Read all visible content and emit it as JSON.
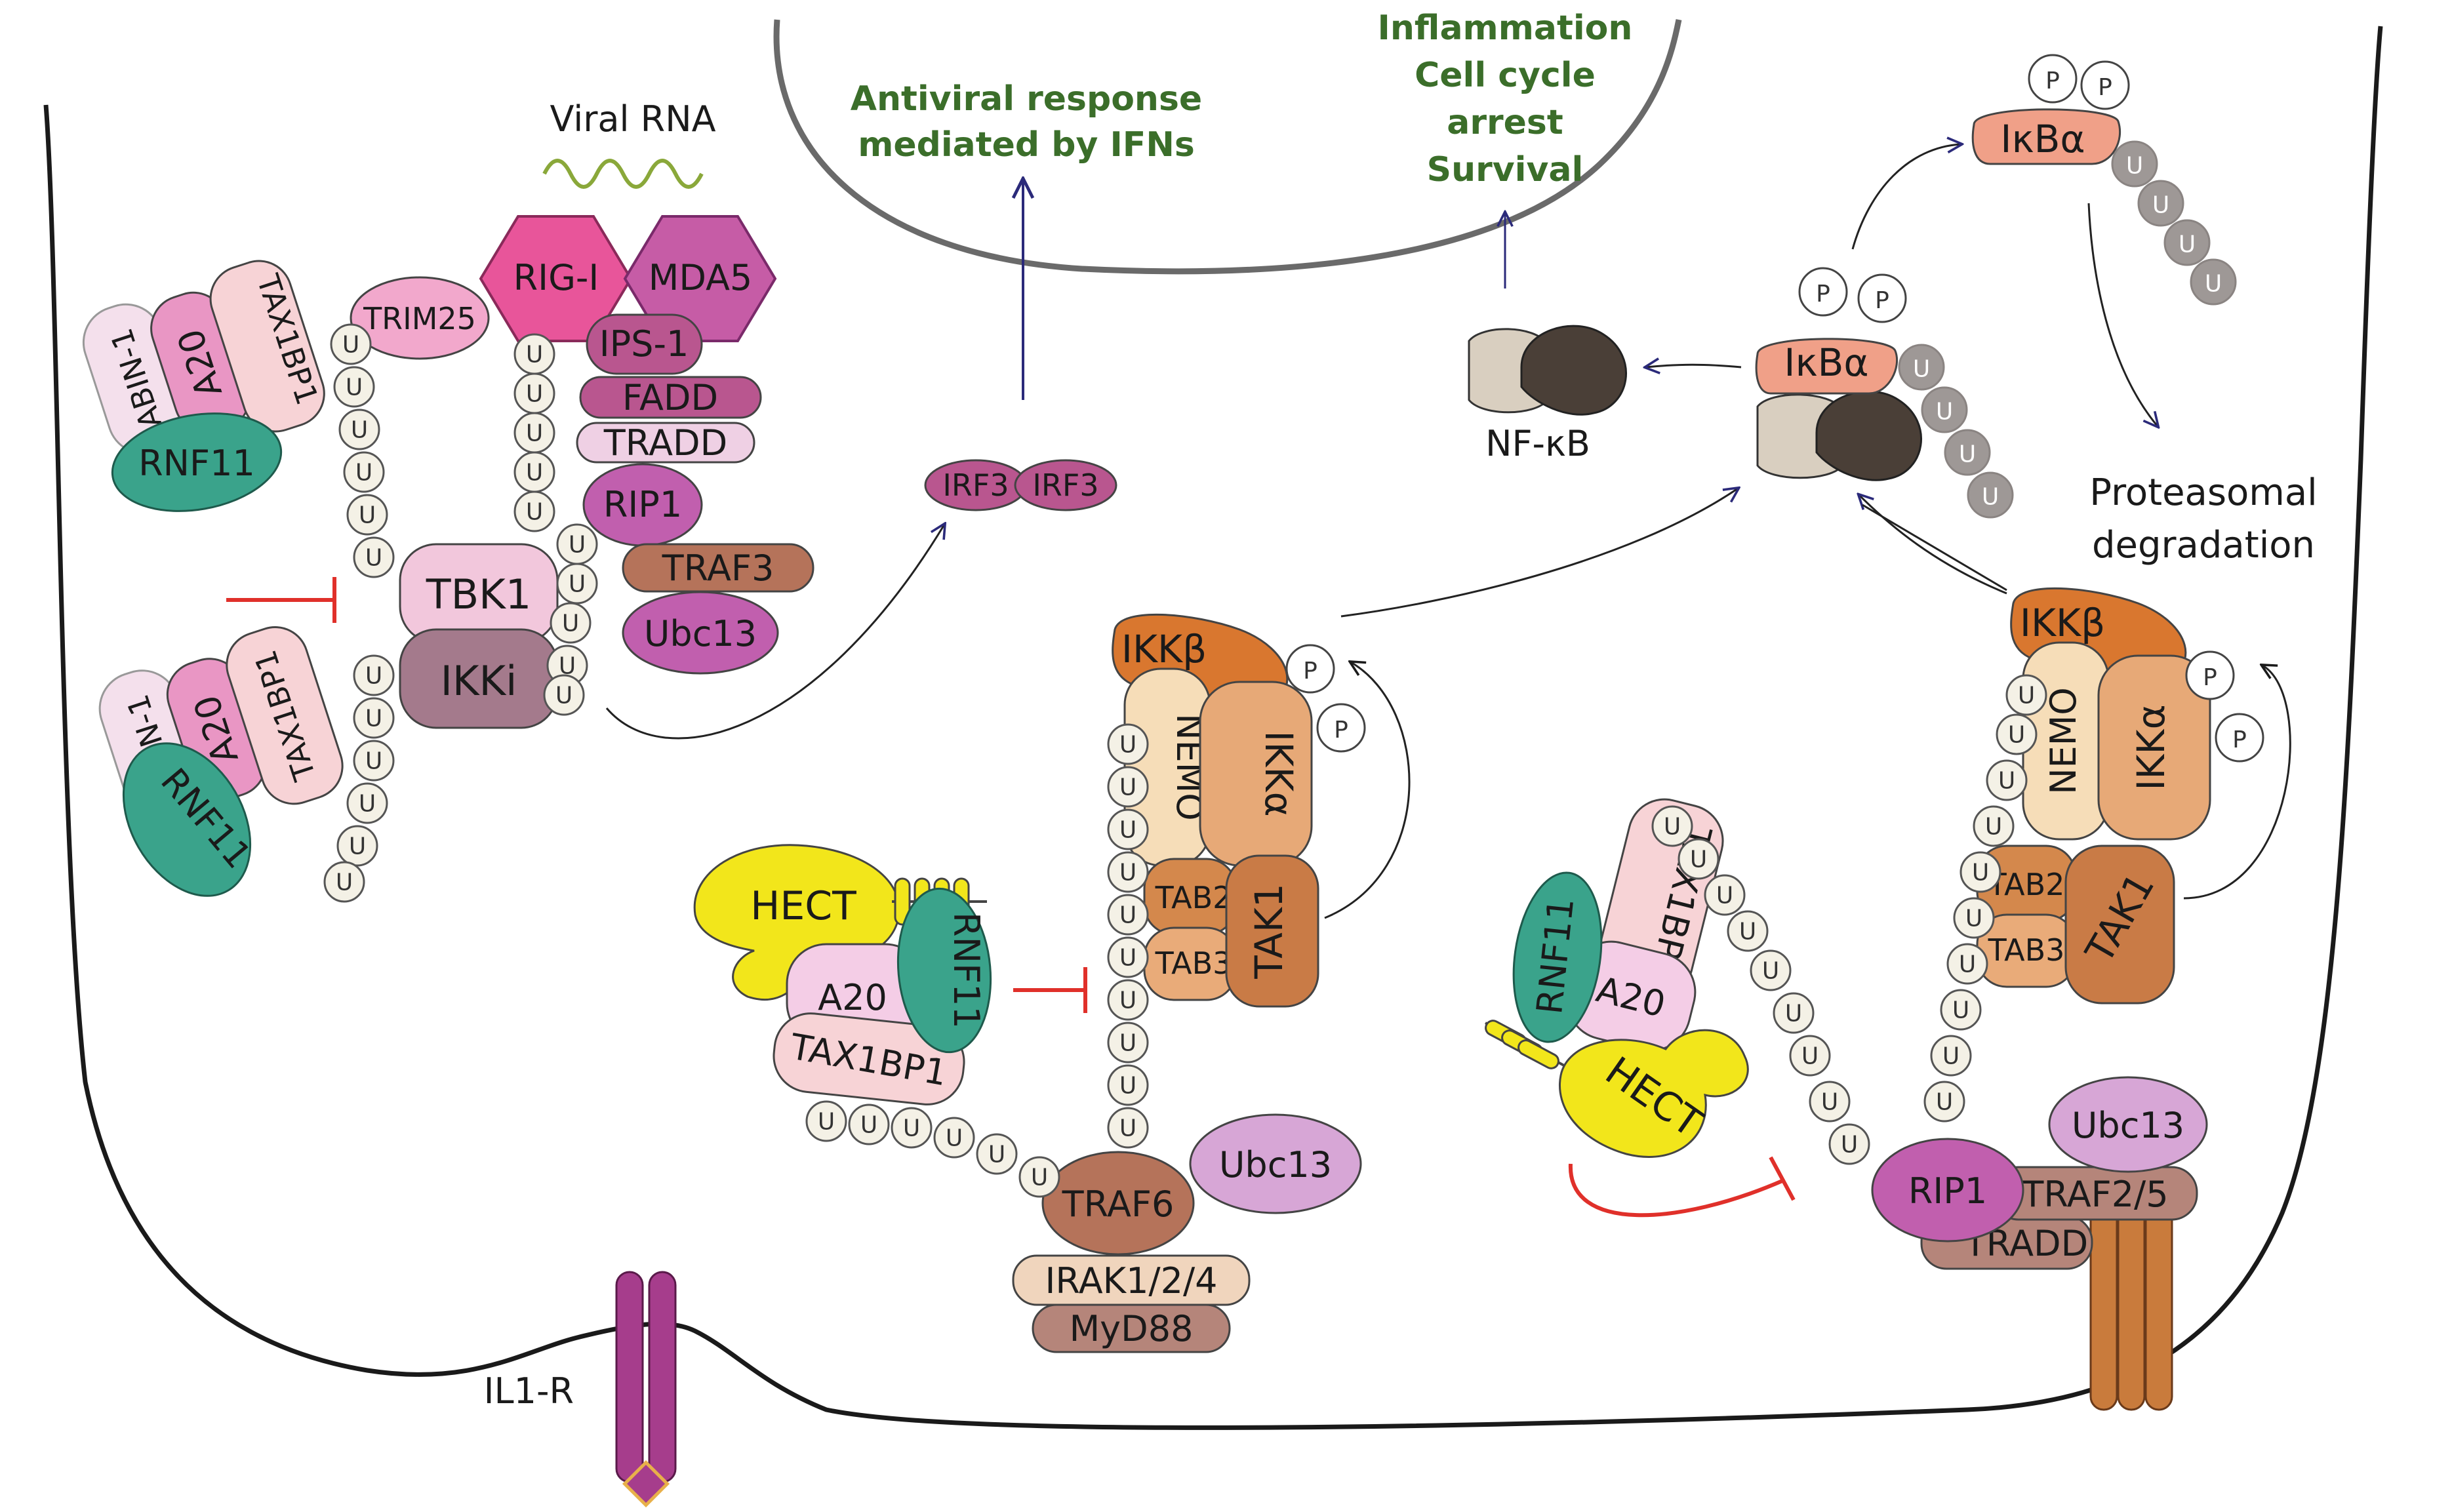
{
  "labels": {
    "viral_rna": "Viral RNA",
    "rig_i": "RIG-I",
    "mda5": "MDA5",
    "trim25": "TRIM25",
    "ips1": "IPS-1",
    "fadd": "FADD",
    "tradd": "TRADD",
    "rip1": "RIP1",
    "traf3": "TRAF3",
    "ubc13": "Ubc13",
    "tbk1": "TBK1",
    "ikki": "IKKi",
    "abin1": "ABIN-1",
    "a20": "A20",
    "tax1bp1": "TAX1BP1",
    "rnf11": "RNF11",
    "irf3": "IRF3",
    "hect": "HECT",
    "traf6": "TRAF6",
    "irak": "IRAK1/2/4",
    "myd88": "MyD88",
    "il1r": "IL1-R",
    "ikkb": "IKKβ",
    "nemo": "NEMO",
    "ikka": "IKKα",
    "tab2": "TAB2",
    "tab3": "TAB3",
    "tak1": "TAK1",
    "traf25": "TRAF2/5",
    "nfkb": "NF-κB",
    "ikba": "IκBα",
    "proteasomal_1": "Proteasomal",
    "proteasomal_2": "degradation",
    "antiviral_1": "Antiviral response",
    "antiviral_2": "mediated by IFNs",
    "inflam_1": "Inflammation",
    "inflam_2": "Cell cycle",
    "inflam_3": "arrest",
    "inflam_4": "Survival",
    "u": "U",
    "p": "P"
  },
  "colors": {
    "membrane": "#1a1a1a",
    "nucleus": "#666666",
    "activation_arrow": "#2b2a7a",
    "inhibition": "#e0302a",
    "outcome_text": "#3b6e2a",
    "rig_i": "#e8559a",
    "mda5": "#c65ca6",
    "ips1": "#b9568f",
    "tbk1": "#f2c7dc",
    "ikki": "#a47a8c",
    "a20": "#e996c4",
    "tax1bp1": "#f7d3d6",
    "rnf11": "#3aa38b",
    "abin1": "#f4e0ec",
    "ubc13": "#c15fae",
    "traf3": "#b5735a",
    "hect": "#f2e61b",
    "ikkb": "#d9772f",
    "nemo": "#f6ddb8",
    "ikka": "#e7a977",
    "tak1": "#c97b46",
    "tab": "#e9ab79",
    "ikba": "#f0a088",
    "il1r": "#a63d8c",
    "tnfr": "#c97b3c",
    "ubiquitin": "#f4f1e6",
    "degraded_ubiquitin": "#9e9896"
  }
}
